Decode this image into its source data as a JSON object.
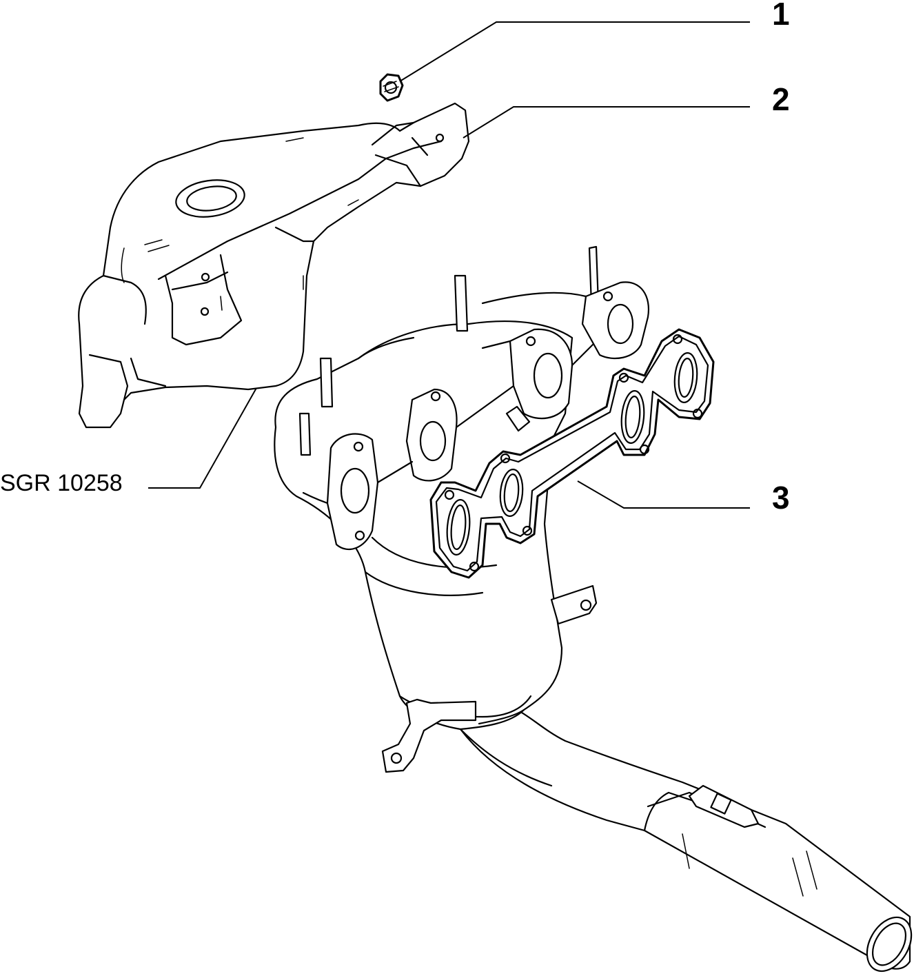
{
  "callouts": [
    {
      "id": "1",
      "label": "1",
      "part": "nut"
    },
    {
      "id": "2",
      "label": "2",
      "part": "heat-shield"
    },
    {
      "id": "3",
      "label": "3",
      "part": "exhaust-manifold-gasket"
    }
  ],
  "reference": {
    "text": "SGR 10258"
  }
}
